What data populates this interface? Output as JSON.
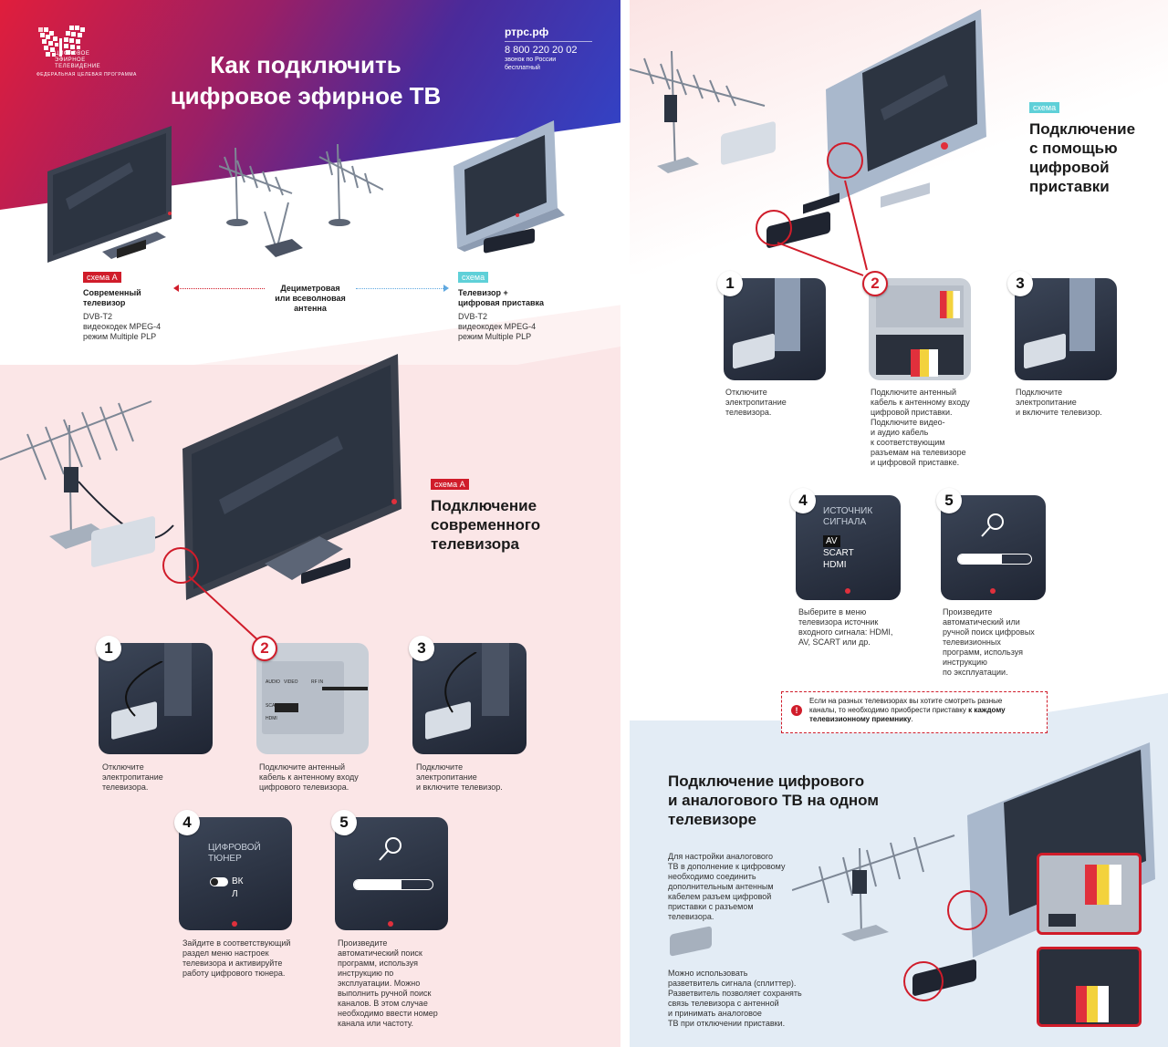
{
  "header": {
    "logo_line1": "Цифровое",
    "logo_line2": "эфирное",
    "logo_line3": "телевидение",
    "logo_subtitle": "Федеральная целевая программа",
    "title_line1": "Как подключить",
    "title_line2": "цифровое эфирное ТВ",
    "site": "ртрс.рф",
    "phone": "8 800 220 20 02",
    "phone_note_line1": "звонок по России",
    "phone_note_line2": "бесплатный"
  },
  "overview": {
    "scheme_a_badge": "схема А",
    "scheme_a_title_line1": "Современный",
    "scheme_a_title_line2": "телевизор",
    "scheme_a_spec1": "DVB-T2",
    "scheme_a_spec2": "видеокодек MPEG-4",
    "scheme_a_spec3": "режим Multiple PLP",
    "antenna_line1": "Дециметровая",
    "antenna_line2": "или всеволновая",
    "antenna_line3": "антенна",
    "scheme_b_badge": "схема",
    "scheme_b_title_line1": "Телевизор +",
    "scheme_b_title_line2": "цифровая приставка",
    "scheme_b_spec1": "DVB-T2",
    "scheme_b_spec2": "видеокодек MPEG-4",
    "scheme_b_spec3": "режим Multiple PLP"
  },
  "scheme_a": {
    "badge": "схема А",
    "title_line1": "Подключение",
    "title_line2": "современного",
    "title_line3": "телевизора",
    "steps": [
      {
        "num": "1",
        "text_line1": "Отключите",
        "text_line2": "электропитание",
        "text_line3": "телевизора."
      },
      {
        "num": "2",
        "text_line1": "Подключите антенный",
        "text_line2": "кабель к антенному входу",
        "text_line3": "цифрового телевизора."
      },
      {
        "num": "3",
        "text_line1": "Подключите",
        "text_line2": "электропитание",
        "text_line3": "и включите телевизор."
      },
      {
        "num": "4",
        "menu_line1": "ЦИФРОВОЙ",
        "menu_line2": "ТЮНЕР",
        "toggle_on": "ВК",
        "toggle_off": "Л",
        "text_line1": "Зайдите в соответствующий",
        "text_line2": "раздел меню настроек",
        "text_line3": "телевизора и активируйте",
        "text_line4": "работу цифрового тюнера."
      },
      {
        "num": "5",
        "text_line1": "Произведите",
        "text_line2": "автоматический поиск",
        "text_line3": "программ, используя",
        "text_line4": "инструкцию по",
        "text_line5": "эксплуатации. Можно",
        "text_line6": "выполнить ручной поиск",
        "text_line7": "каналов. В этом случае",
        "text_line8": "необходимо ввести номер",
        "text_line9": "канала или частоту."
      }
    ],
    "jack_labels": [
      "AUDIO",
      "VIDEO",
      "RF IN",
      "SCART",
      "HDMI"
    ]
  },
  "scheme_b": {
    "badge": "схема",
    "title_line1": "Подключение",
    "title_line2": "с помощью",
    "title_line3": "цифровой",
    "title_line4": "приставки",
    "steps": [
      {
        "num": "1",
        "text_line1": "Отключите",
        "text_line2": "электропитание",
        "text_line3": "телевизора."
      },
      {
        "num": "2",
        "text_line1": "Подключите антенный",
        "text_line2": "кабель к антенному входу",
        "text_line3": "цифровой приставки.",
        "text_line4": "Подключите видео-",
        "text_line5": "и аудио кабель",
        "text_line6": "к соответствующим",
        "text_line7": "разъемам на телевизоре",
        "text_line8": "и цифровой приставке."
      },
      {
        "num": "3",
        "text_line1": "Подключите",
        "text_line2": "электропитание",
        "text_line3": "и включите телевизор."
      },
      {
        "num": "4",
        "menu_line1": "ИСТОЧНИК",
        "menu_line2": "СИГНАЛА",
        "menu_items": [
          "AV",
          "SCART",
          "HDMI"
        ],
        "text_line1": "Выберите в меню",
        "text_line2": "телевизора источник",
        "text_line3": "входного сигнала: HDMI,",
        "text_line4": "AV, SCART или др."
      },
      {
        "num": "5",
        "text_line1": "Произведите",
        "text_line2": "автоматический или",
        "text_line3": "ручной поиск цифровых",
        "text_line4": "телевизионных",
        "text_line5": "программ, используя",
        "text_line6": "инструкцию",
        "text_line7": "по эксплуатации."
      }
    ],
    "notice_line1": "Если на разных телевизорах вы хотите смотреть разные",
    "notice_line2": "каналы, то необходимо приобрести приставку",
    "notice_bold": "к каждому",
    "notice_line3": "телевизионному приемнику",
    "notice_end": "."
  },
  "combo": {
    "title_line1": "Подключение цифрового",
    "title_line2": "и аналогового ТВ на одном",
    "title_line3": "телевизоре",
    "desc_lines": [
      "Для настройки аналогового",
      "ТВ в дополнение к цифровому",
      "необходимо  соединить",
      "дополнительным антенным",
      "кабелем разъем цифровой",
      "приставки с разъемом",
      "телевизора."
    ],
    "splitter_lines": [
      "Можно использовать",
      "разветвитель сигнала (сплиттер).",
      "Разветвитель позволяет сохранять",
      "связь телевизора с антенной",
      "и принимать аналоговое",
      "ТВ при отключении приставки."
    ]
  },
  "colors": {
    "accent_red": "#d01c2a",
    "accent_cyan": "#5fd0d8",
    "card_dark": "#2b3240"
  }
}
